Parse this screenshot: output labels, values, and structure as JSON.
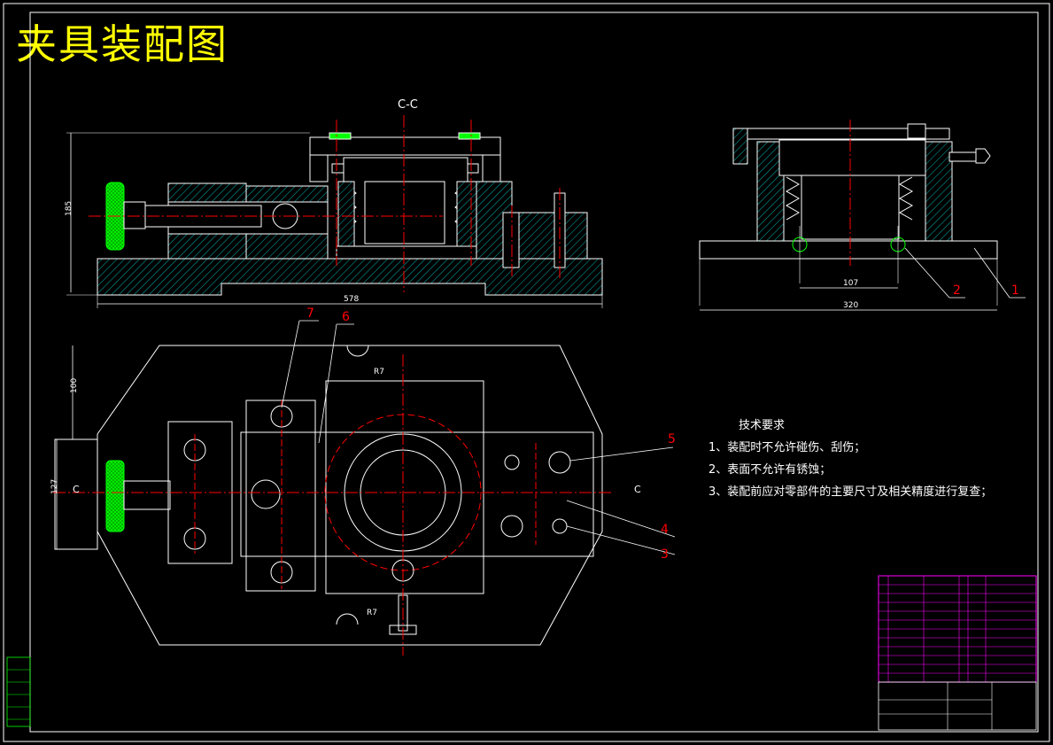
{
  "title": "夹具装配图",
  "section_label": "C-C",
  "section_mark": "C",
  "dims": {
    "front_height": "185",
    "front_width": "578",
    "plan_top": "100",
    "plan_left": "127",
    "right_inner": "107",
    "right_overall": "320",
    "radius": "R7"
  },
  "callouts": [
    "1",
    "2",
    "3",
    "4",
    "5",
    "6",
    "7"
  ],
  "tech": {
    "heading": "技术要求",
    "items": [
      "1、装配时不允许碰伤、刮伤；",
      "2、表面不允许有锈蚀；",
      "3、装配前应对零部件的主要尺寸及相关精度进行复查；"
    ]
  },
  "colors": {
    "background": "#000000",
    "outline": "#ffffff",
    "section": "#00ffff",
    "centerline": "#ff0000",
    "callout": "#ff0000",
    "green": "#00ff00",
    "title": "#ffff00",
    "table": "#ff00ff"
  }
}
